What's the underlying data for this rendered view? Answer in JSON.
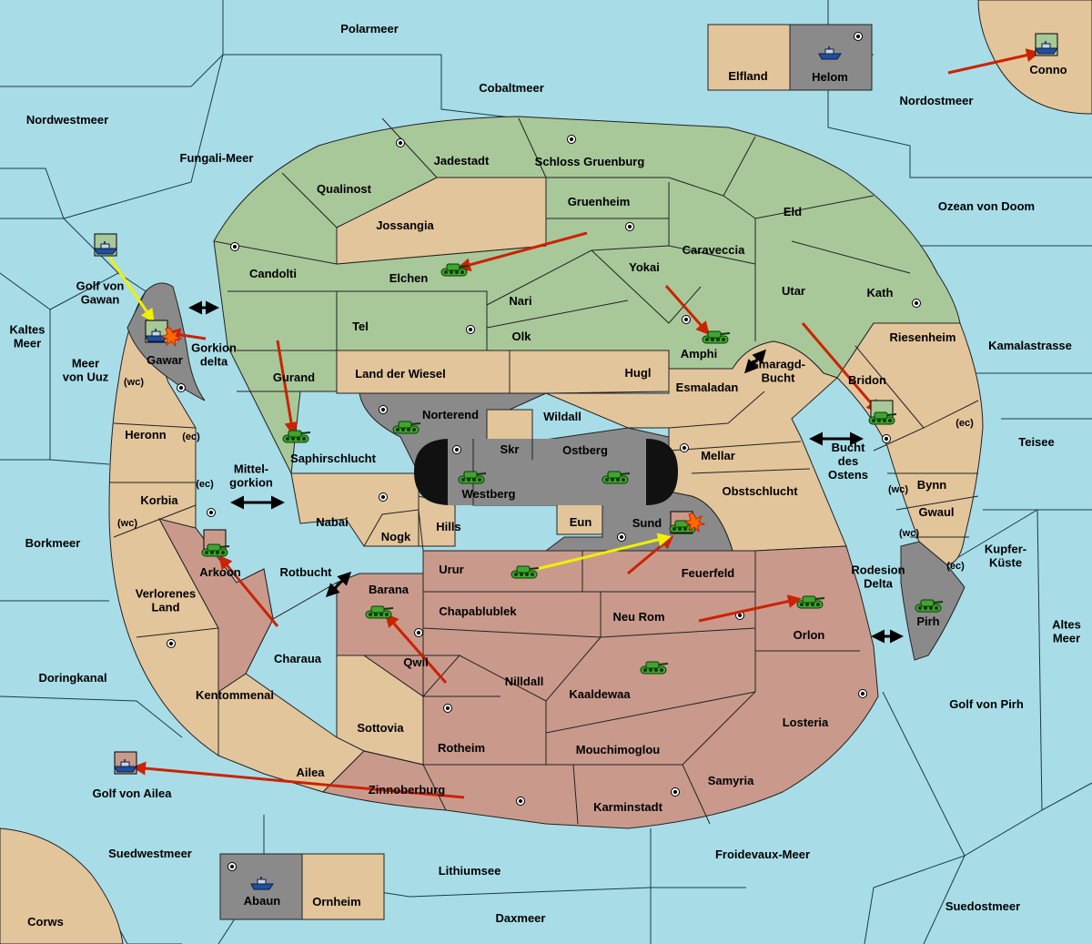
{
  "colors": {
    "sea": "#a8dde8",
    "green_land": "#a8c89a",
    "tan_land": "#e3c59c",
    "red_land": "#c99a8c",
    "gray_land": "#8a8a8a",
    "black_land": "#111111",
    "move_arrow": "#cc2200",
    "convoy_arrow": "#f0f000",
    "unit_green": "#3fa52f"
  },
  "legend_symbols": {
    "supply_center": "dot-in-circle",
    "army_unit": "tank-icon",
    "fleet_unit": "ship-icon",
    "dislodged_marker": "explosion-icon",
    "canal_marker": "double-arrow-icon"
  },
  "seas": {
    "polarmeer": "Polarmeer",
    "cobaltmeer": "Cobaltmeer",
    "nordostmeer": "Nordostmeer",
    "nordwestmeer": "Nordwestmeer",
    "fungali_meer": "Fungali-Meer",
    "ozean_von_doom": "Ozean von Doom",
    "kaltes_meer": [
      "Kaltes",
      "Meer"
    ],
    "meer_von_uuz": [
      "Meer",
      "von Uuz"
    ],
    "golf_von_gawan": [
      "Golf von",
      "Gawan"
    ],
    "kamalastrasse": "Kamalastrasse",
    "teisee": "Teisee",
    "borkmeer": "Borkmeer",
    "doringkanal": "Doringkanal",
    "kupfer_kueste": [
      "Kupfer-",
      "Küste"
    ],
    "altes_meer": [
      "Altes",
      "Meer"
    ],
    "golf_von_pirh": "Golf von Pirh",
    "golf_von_ailea": "Golf von Ailea",
    "suedwestmeer": "Suedwestmeer",
    "lithiumsee": "Lithiumsee",
    "froidevaux_meer": "Froidevaux-Meer",
    "daxmeer": "Daxmeer",
    "suedostmeer": "Suedostmeer",
    "corws": "Corws",
    "smaragd_bucht": [
      "Smaragd-",
      "Bucht"
    ],
    "bucht_des_ostens": [
      "Bucht",
      "des",
      "Ostens"
    ],
    "mittelgorkion": [
      "Mittel-",
      "gorkion"
    ],
    "rotbucht": "Rotbucht",
    "gorkion_delta": [
      "Gorkion",
      "delta"
    ],
    "rodesion_delta": [
      "Rodesion",
      "Delta"
    ]
  },
  "lands": {
    "jadestadt": "Jadestadt",
    "schloss_gruenburg": "Schloss Gruenburg",
    "qualinost": "Qualinost",
    "jossangia": "Jossangia",
    "gruenheim": "Gruenheim",
    "eld": "Eld",
    "candolti": "Candolti",
    "elchen": "Elchen",
    "caraveccia": "Caraveccia",
    "yokai": "Yokai",
    "nari": "Nari",
    "utar": "Utar",
    "kath": "Kath",
    "tel": "Tel",
    "olk": "Olk",
    "amphi": "Amphi",
    "riesenheim": "Riesenheim",
    "gurand": "Gurand",
    "land_der_wiesel": "Land der Wiesel",
    "hugl": "Hugl",
    "esmaladan": "Esmaladan",
    "bridon": "Bridon",
    "gawar": "Gawar",
    "heronn": "Heronn",
    "norterend": "Norterend",
    "wildall": "Wildall",
    "skr": "Skr",
    "ostberg": "Ostberg",
    "mellar": "Mellar",
    "saphirschlucht": "Saphirschlucht",
    "westberg": "Westberg",
    "obstschlucht": "Obstschlucht",
    "bynn": "Bynn",
    "korbia": "Korbia",
    "nabai": "Nabai",
    "hills": "Hills",
    "eun": "Eun",
    "sund": "Sund",
    "gwaul": "Gwaul",
    "nogk": "Nogk",
    "arkoon": "Arkoon",
    "urur": "Urur",
    "feuerfeld": "Feuerfeld",
    "verlorenes_land": [
      "Verlorenes",
      "Land"
    ],
    "barana": "Barana",
    "chapablublek": "Chapablublek",
    "neu_rom": "Neu Rom",
    "orlon": "Orlon",
    "pirh": "Pirh",
    "charaua": "Charaua",
    "qwil": "Qwil",
    "nilldall": "Nilldall",
    "kaaldewaa": "Kaaldewaa",
    "kentommenai": "Kentommenai",
    "sottovia": "Sottovia",
    "rotheim": "Rotheim",
    "mouchimoglou": "Mouchimoglou",
    "losteria": "Losteria",
    "ailea": "Ailea",
    "samyria": "Samyria",
    "zinnoberburg": "Zinnoberburg",
    "karminstadt": "Karminstadt",
    "elfland": "Elfland",
    "helom": "Helom",
    "conno": "Conno",
    "abaun": "Abaun",
    "ornheim": "Ornheim"
  },
  "coast_tags": {
    "wc": "(wc)",
    "ec": "(ec)"
  }
}
